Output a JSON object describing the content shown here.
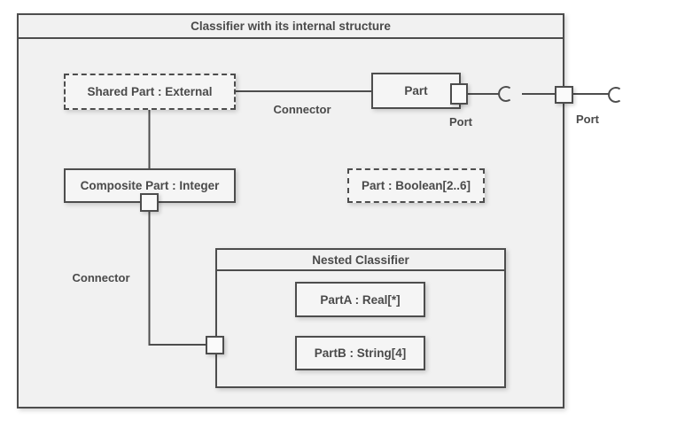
{
  "frame": {
    "title": "Classifier with its internal structure"
  },
  "nodes": {
    "shared_part": "Shared Part : External",
    "part": "Part",
    "composite_part": "Composite Part : Integer",
    "boolean_part": "Part : Boolean[2..6]",
    "nested_classifier_title": "Nested Classifier",
    "part_a": "PartA : Real[*]",
    "part_b": "PartB : String[4]"
  },
  "labels": {
    "connector_top": "Connector",
    "connector_bottom": "Connector",
    "port_inner": "Port",
    "port_boundary": "Port"
  },
  "colors": {
    "stroke": "#4d4d4d",
    "text": "#4a4a4a",
    "frame_fill": "#f1f1f1",
    "box_fill": "#f5f5f5",
    "port_fill": "#fafafa",
    "background": "#ffffff"
  }
}
